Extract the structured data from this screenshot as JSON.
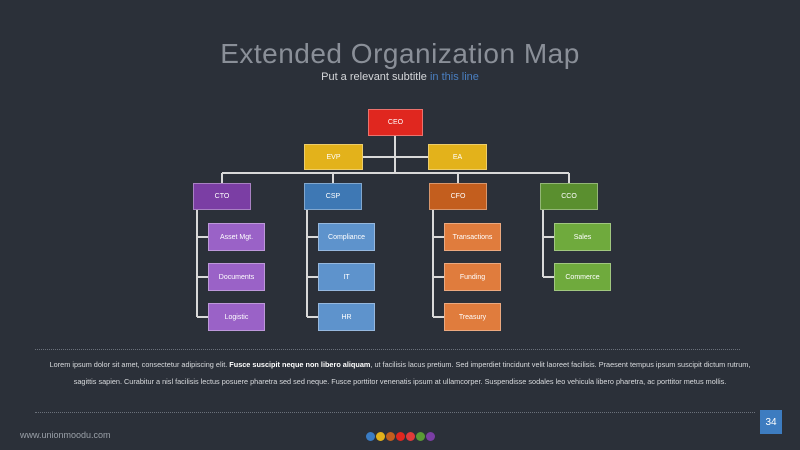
{
  "title": "Extended Organization Map",
  "subtitle": {
    "text": "Put a relevant subtitle ",
    "accent": "in this line"
  },
  "org": {
    "ceo": "CEO",
    "evp": "EVP",
    "ea": "EA",
    "departments": [
      {
        "head": "CTO",
        "color": "#7b3ea4",
        "child_color": "#9a62c7",
        "items": [
          "Asset Mgt.",
          "Documents",
          "Logistic"
        ]
      },
      {
        "head": "CSP",
        "color": "#3e78b4",
        "child_color": "#5e93cc",
        "items": [
          "Compliance",
          "IT",
          "HR"
        ]
      },
      {
        "head": "CFO",
        "color": "#c35e1e",
        "child_color": "#e07c3d",
        "items": [
          "Transactions",
          "Funding",
          "Treasury"
        ]
      },
      {
        "head": "CCO",
        "color": "#5a8f2f",
        "child_color": "#6faa3d",
        "items": [
          "Sales",
          "Commerce"
        ]
      }
    ],
    "colors": {
      "ceo": "#e0271f",
      "evp": "#e3b21b",
      "ea": "#e3b21b",
      "lines": "#d9d9d9"
    }
  },
  "body": {
    "text_1": "Lorem ipsum dolor sit amet, consectetur adipiscing elit. ",
    "bold": "Fusce suscipit neque non libero aliquam",
    "text_2": ", ut facilisis lacus pretium. Sed imperdiet tincidunt velit laoreet facilisis. Praesent tempus ipsum suscipit dictum rutrum, sagittis sapien. Curabitur a nisl facilisis lectus posuere pharetra sed sed neque. Fusce porttitor venenatis ipsum at ullamcorper. Suspendisse sodales leo vehicula libero pharetra, ac porttitor metus mollis."
  },
  "footer": {
    "url": "www.unionmoodu.com",
    "page": "34",
    "dot_colors": [
      "#3a7cc4",
      "#e3b21b",
      "#c35e1e",
      "#e0271f",
      "#e03a3a",
      "#5a9a35",
      "#7b3ea4"
    ]
  }
}
